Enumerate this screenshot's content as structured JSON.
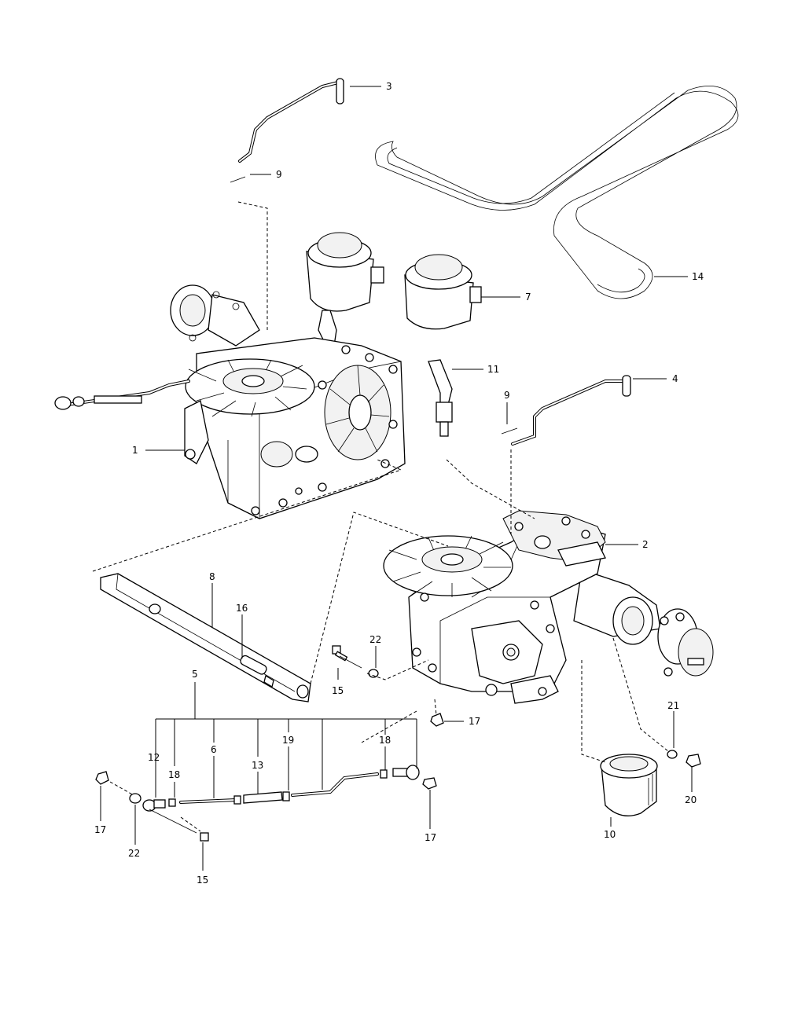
{
  "callouts": {
    "c1": "1",
    "c2": "2",
    "c3": "3",
    "c4": "4",
    "c5": "5",
    "c6": "6",
    "c7": "7",
    "c8": "8",
    "c9a": "9",
    "c9b": "9",
    "c10": "10",
    "c11": "11",
    "c12": "12",
    "c13": "13",
    "c14": "14",
    "c15a": "15",
    "c15b": "15",
    "c16": "16",
    "c17a": "17",
    "c17b": "17",
    "c17c": "17",
    "c18a": "18",
    "c18b": "18",
    "c19": "19",
    "c20": "20",
    "c21": "21",
    "c22a": "22",
    "c22b": "22"
  },
  "colors": {
    "line": "#000000",
    "background": "#ffffff"
  }
}
